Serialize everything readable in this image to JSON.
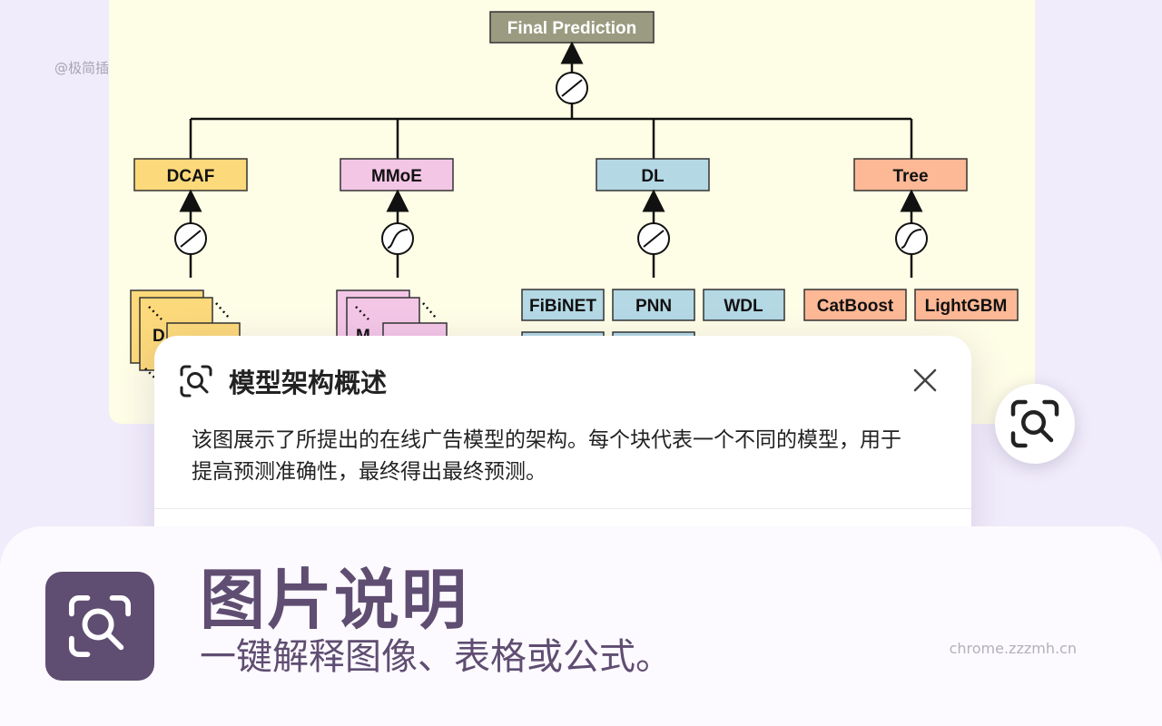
{
  "watermark": "@极简插件",
  "diagram": {
    "final_prediction": "Final Prediction",
    "models": [
      {
        "label": "DCAF",
        "color": "#fcd97a",
        "aggregator": "linear"
      },
      {
        "label": "MMoE",
        "color": "#f4c6e6",
        "aggregator": "sigmoid"
      },
      {
        "label": "DL",
        "color": "#b4d8e4",
        "aggregator": "linear"
      },
      {
        "label": "Tree",
        "color": "#fdb896",
        "aggregator": "sigmoid"
      }
    ],
    "dl_submodels": [
      "FiBiNET",
      "PNN",
      "WDL"
    ],
    "tree_submodels": [
      "CatBoost",
      "LightGBM"
    ],
    "stack_labels": {
      "dcaf": "D",
      "mmoe": "M"
    },
    "final_color": "#9a9b80"
  },
  "popup": {
    "title": "模型架构概述",
    "description": "该图展示了所提出的在线广告模型的架构。每个块代表一个不同的模型，用于提高预测准确性，最终得出最终预测。"
  },
  "bottom": {
    "title": "图片说明",
    "subtitle": "一键解释图像、表格或公式。",
    "site": "chrome.zzzmh.cn",
    "brand_color": "#5f4d72"
  }
}
